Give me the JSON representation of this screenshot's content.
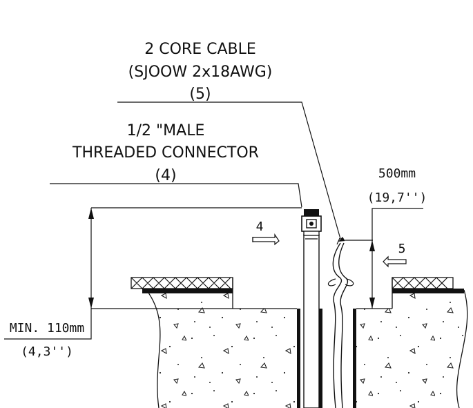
{
  "labels": {
    "cable": {
      "line1": "2 CORE CABLE",
      "line2": "(SJOOW 2x18AWG)",
      "ref": "(5)"
    },
    "connector": {
      "line1": "1/2 \"MALE",
      "line2": "THREADED CONNECTOR",
      "ref": "(4)"
    }
  },
  "dimensions": {
    "cable_length": {
      "value": "500mm",
      "imperial": "(19,7'')"
    },
    "min_depth": {
      "value": "MIN. 110mm",
      "imperial": "(4,3'')"
    }
  },
  "markers": {
    "arrow_4": "4",
    "arrow_5": "5"
  }
}
